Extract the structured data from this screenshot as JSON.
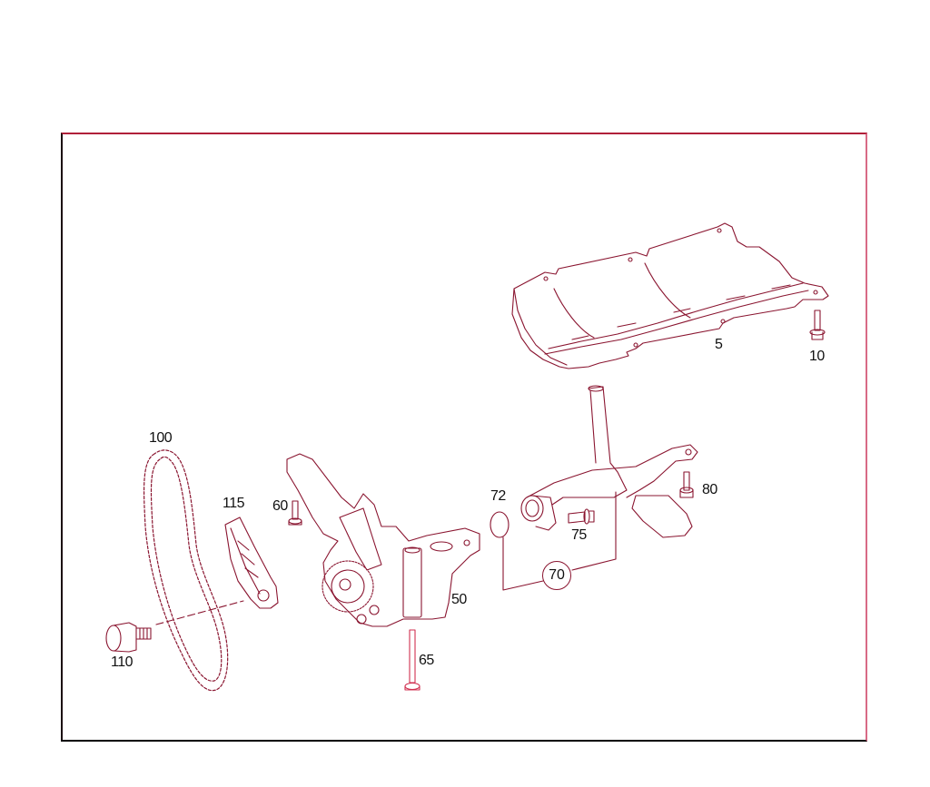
{
  "diagram": {
    "type": "exploded-parts-view",
    "subject": "oil pump assembly",
    "colors": {
      "line": "#8a1530",
      "line_accent": "#e0305a",
      "text": "#111111",
      "background": "#ffffff",
      "frame": "#1a0a10"
    },
    "callouts": [
      {
        "id": "5",
        "part": "oil-pan-baffle",
        "circled": false
      },
      {
        "id": "10",
        "part": "baffle-bolt",
        "circled": false
      },
      {
        "id": "50",
        "part": "oil-pump",
        "circled": false
      },
      {
        "id": "60",
        "part": "pump-mount-bolt",
        "circled": false
      },
      {
        "id": "65",
        "part": "pump-long-bolt",
        "circled": false
      },
      {
        "id": "70",
        "part": "oil-pickup-tube",
        "circled": true
      },
      {
        "id": "72",
        "part": "o-ring",
        "circled": false
      },
      {
        "id": "75",
        "part": "pickup-bolt",
        "circled": false
      },
      {
        "id": "80",
        "part": "pickup-bracket-bolt",
        "circled": false
      },
      {
        "id": "100",
        "part": "oil-pump-chain",
        "circled": false
      },
      {
        "id": "110",
        "part": "tensioner-pivot-bolt",
        "circled": false
      },
      {
        "id": "115",
        "part": "chain-tensioner-rail",
        "circled": false
      }
    ]
  }
}
